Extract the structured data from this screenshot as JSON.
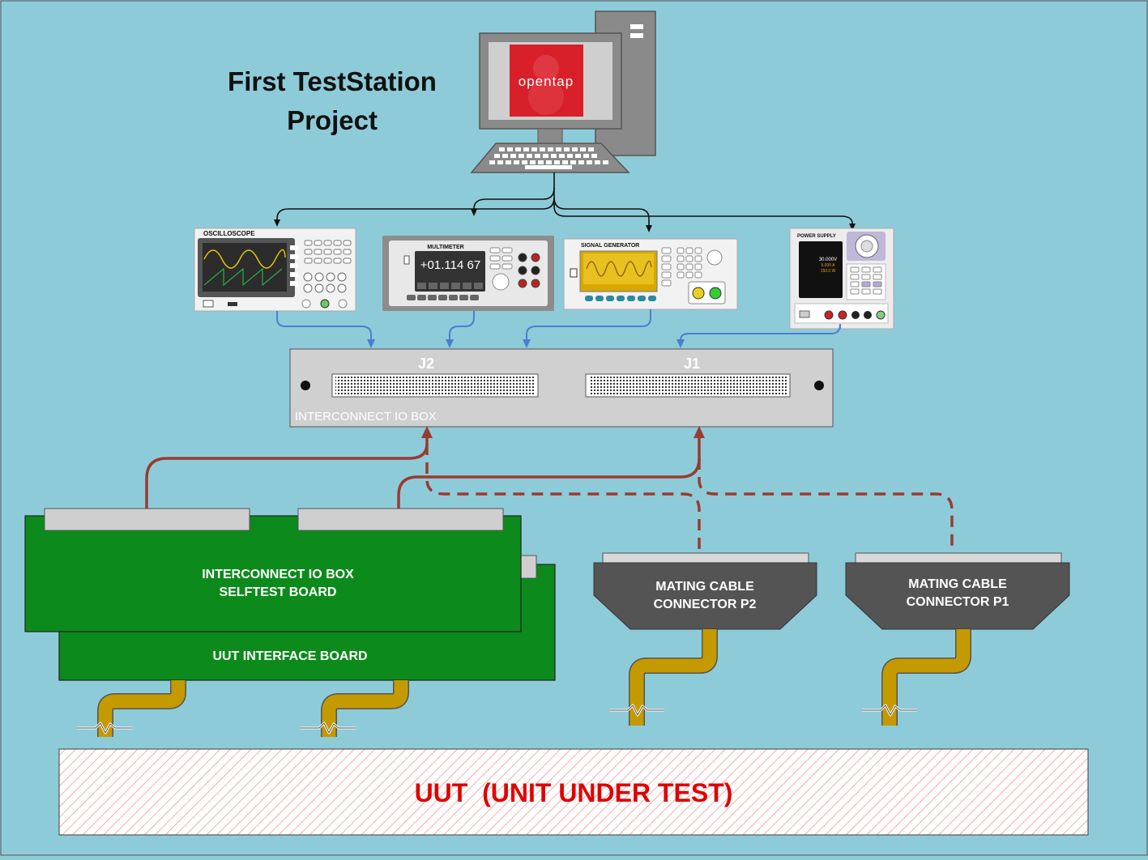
{
  "title": {
    "line1": "First TestStation",
    "line2": "Project"
  },
  "computer": {
    "screen_logo": "opentap",
    "icon": "desktop-computer-icon"
  },
  "instruments": {
    "oscilloscope": {
      "label": "OSCILLOSCOPE"
    },
    "multimeter": {
      "label": "MULTIMETER",
      "reading": "+01.114 67"
    },
    "signal_generator": {
      "label": "SIGNAL GENERATOR"
    },
    "power_supply": {
      "label": "POWER SUPPLY",
      "voltage": "30.000V",
      "current": "5.000 A",
      "power": "150.0 W"
    }
  },
  "io_box": {
    "label": "INTERCONNECT IO BOX",
    "j2": "J2",
    "j1": "J1"
  },
  "boards": {
    "selftest_line1": "INTERCONNECT IO BOX",
    "selftest_line2": "SELFTEST BOARD",
    "uut_interface": "UUT INTERFACE BOARD"
  },
  "connectors": {
    "p2_line1": "MATING CABLE",
    "p2_line2": "CONNECTOR P2",
    "p1_line1": "MATING CABLE",
    "p1_line2": "CONNECTOR P1"
  },
  "uut": {
    "label": "UUT  (UNIT UNDER TEST)"
  },
  "colors": {
    "background": "#8ecbd9",
    "board_green": "#0d8a1c",
    "signal_blue": "#4a7fd0",
    "cable_red": "#9a3b30",
    "cable_gold": "#c49a00",
    "uut_text": "#e00000",
    "box_gray": "#d0d0d0",
    "connector_dark": "#545454"
  }
}
